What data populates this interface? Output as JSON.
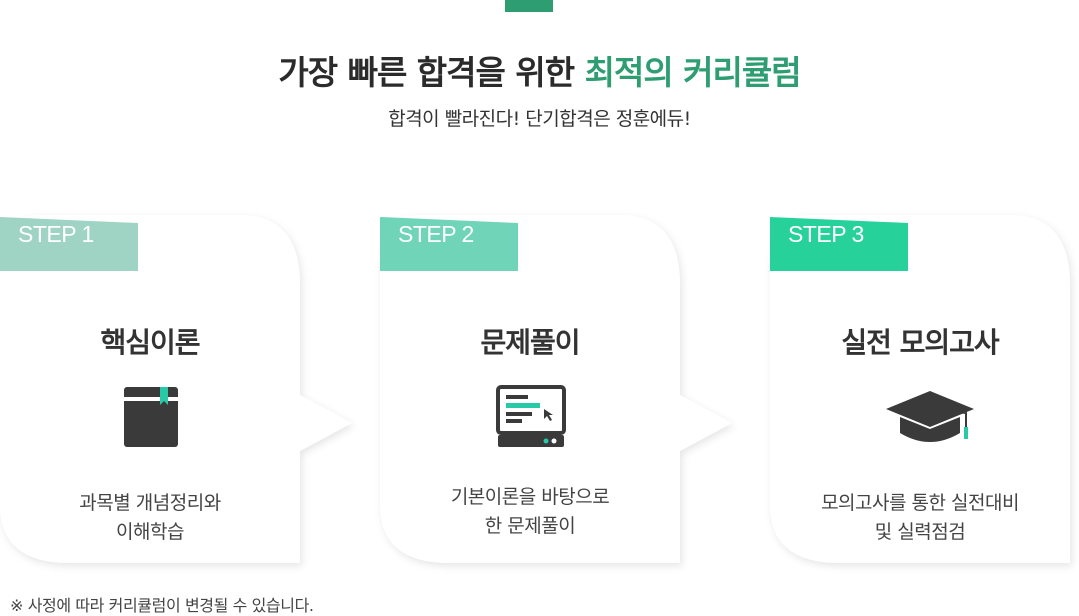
{
  "header": {
    "title_main": "가장 빠른 합격을 위한",
    "title_accent": "최적의 커리큘럼",
    "subtitle": "합격이 빨라진다! 단기합격은 정훈에듀!"
  },
  "steps": [
    {
      "badge": "STEP 1",
      "title": "핵심이론",
      "icon": "book-icon",
      "desc_line1": "과목별 개념정리와",
      "desc_line2": "이해학습",
      "badge_color": "#9fd3c3"
    },
    {
      "badge": "STEP 2",
      "title": "문제풀이",
      "icon": "monitor-icon",
      "desc_line1": "기본이론을 바탕으로",
      "desc_line2": "한 문제풀이",
      "badge_color": "#6fd4b8"
    },
    {
      "badge": "STEP 3",
      "title": "실전 모의고사",
      "icon": "graduation-cap-icon",
      "desc_line1": "모의고사를 통한 실전대비",
      "desc_line2": "및 실력점검",
      "badge_color": "#27d19a"
    }
  ],
  "footer": {
    "note": "※ 사정에 따라 커리큘럼이 변경될 수 있습니다."
  },
  "colors": {
    "accent": "#2e9e72",
    "icon_dark": "#3a3a3a",
    "icon_highlight": "#28c9a7"
  }
}
